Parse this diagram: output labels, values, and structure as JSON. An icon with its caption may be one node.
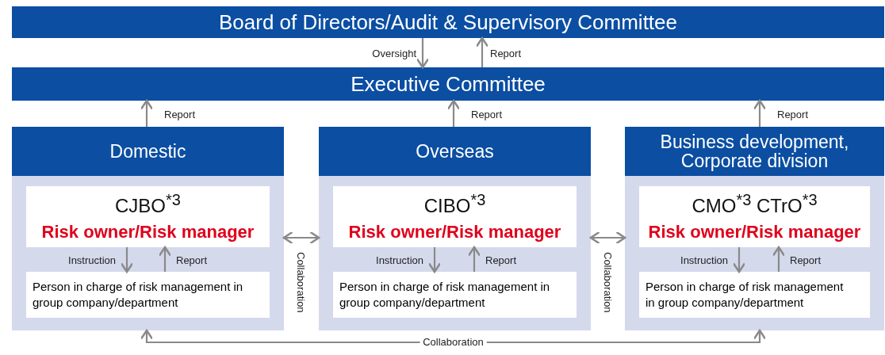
{
  "diagram": {
    "nodes": [
      {
        "text": [
          "Board of Directors/Audit & Supervisory Committee"
        ]
      },
      {
        "text": [
          "Executive Committee"
        ]
      },
      {
        "text": [
          "Domestic"
        ]
      },
      {
        "text": [
          "CJBO$^{*3}$",
          "Risk owner/Risk manager"
        ],
        "in": 2
      },
      {
        "text": [
          "Person in charge of risk management in group company/department"
        ],
        "in": 2
      },
      {
        "text": [
          "Overseas"
        ]
      },
      {
        "text": [
          "CIBO$^{*3}$",
          "Risk owner/Risk manager"
        ],
        "in": 5
      },
      {
        "text": [
          "Person in charge of risk management in group company/department"
        ],
        "in": 5
      },
      {
        "text": [
          "Business development, Corporate division"
        ]
      },
      {
        "text": [
          "CMO$^{*3}$ CTrO$^{*3}$",
          "Risk owner/Risk manager"
        ],
        "in": 8
      },
      {
        "text": [
          "Person in charge of risk management in group company/department"
        ],
        "in": 8
      }
    ],
    "edges": [
      {
        "from": 0,
        "to": 1,
        "arrow": "to",
        "label": "Oversight"
      },
      {
        "from": 1,
        "to": 0,
        "arrow": "to",
        "label": "Report"
      },
      {
        "from": 2,
        "to": 1,
        "arrow": "to",
        "label": "Report"
      },
      {
        "from": 5,
        "to": 1,
        "arrow": "to",
        "label": "Report"
      },
      {
        "from": 8,
        "to": 1,
        "arrow": "to",
        "label": "Report"
      },
      {
        "from": 3,
        "to": 4,
        "arrow": "to",
        "label": "Instruction"
      },
      {
        "from": 4,
        "to": 3,
        "arrow": "to",
        "label": "Report"
      },
      {
        "from": 6,
        "to": 7,
        "arrow": "to",
        "label": "Instruction"
      },
      {
        "from": 7,
        "to": 6,
        "arrow": "to",
        "label": "Report"
      },
      {
        "from": 9,
        "to": 10,
        "arrow": "to",
        "label": "Instruction"
      },
      {
        "from": 10,
        "to": 9,
        "arrow": "to",
        "label": "Report"
      },
      {
        "from": 2,
        "to": 5,
        "arrow": "both",
        "label": "Collaboration"
      },
      {
        "from": 5,
        "to": 8,
        "arrow": "both",
        "label": "Collaboration"
      },
      {
        "from": 2,
        "to": 8,
        "arrow": "both",
        "label": "Collaboration"
      }
    ]
  }
}
